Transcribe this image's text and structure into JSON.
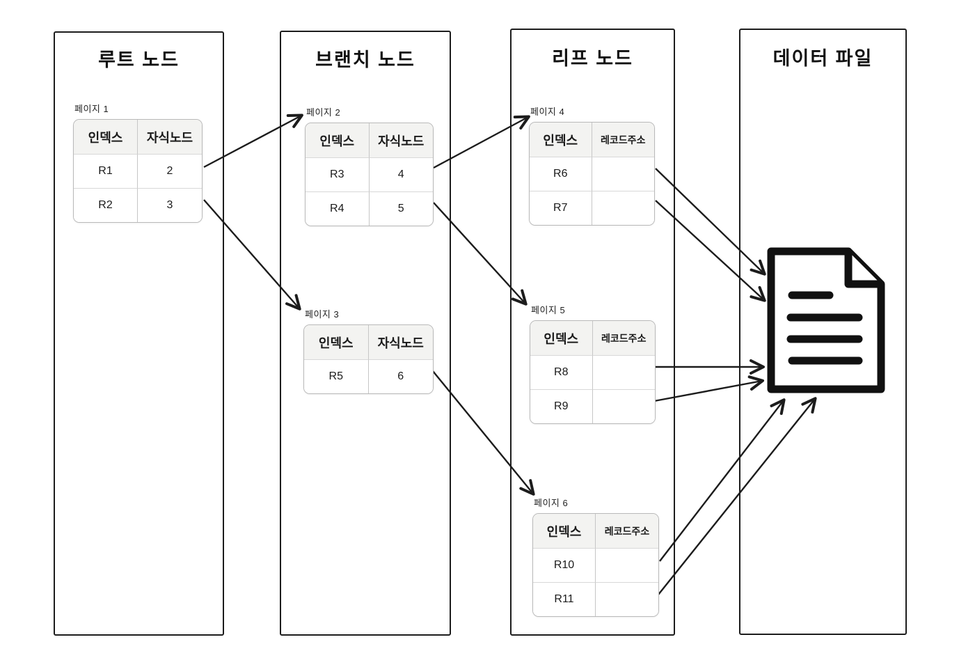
{
  "panels": [
    {
      "title": "루트 노드"
    },
    {
      "title": "브랜치 노드"
    },
    {
      "title": "리프 노드"
    },
    {
      "title": "데이터 파일"
    }
  ],
  "pages": [
    {
      "label": "페이지 1",
      "headers": [
        "인덱스",
        "자식노드"
      ],
      "rows": [
        {
          "index": "R1",
          "value": "2"
        },
        {
          "index": "R2",
          "value": "3"
        }
      ]
    },
    {
      "label": "페이지 2",
      "headers": [
        "인덱스",
        "자식노드"
      ],
      "rows": [
        {
          "index": "R3",
          "value": "4"
        },
        {
          "index": "R4",
          "value": "5"
        }
      ]
    },
    {
      "label": "페이지 3",
      "headers": [
        "인덱스",
        "자식노드"
      ],
      "rows": [
        {
          "index": "R5",
          "value": "6"
        }
      ]
    },
    {
      "label": "페이지 4",
      "headers": [
        "인덱스",
        "레코드주소"
      ],
      "rows": [
        {
          "index": "R6",
          "value": ""
        },
        {
          "index": "R7",
          "value": ""
        }
      ]
    },
    {
      "label": "페이지 5",
      "headers": [
        "인덱스",
        "레코드주소"
      ],
      "rows": [
        {
          "index": "R8",
          "value": ""
        },
        {
          "index": "R9",
          "value": ""
        }
      ]
    },
    {
      "label": "페이지 6",
      "headers": [
        "인덱스",
        "레코드주소"
      ],
      "rows": [
        {
          "index": "R10",
          "value": ""
        },
        {
          "index": "R11",
          "value": ""
        }
      ]
    }
  ],
  "connections": [
    {
      "from": "R1",
      "to": "페이지 2"
    },
    {
      "from": "R2",
      "to": "페이지 3"
    },
    {
      "from": "R3",
      "to": "페이지 4"
    },
    {
      "from": "R4",
      "to": "페이지 5"
    },
    {
      "from": "R5",
      "to": "페이지 6"
    },
    {
      "from": "R6",
      "to": "데이터 파일"
    },
    {
      "from": "R7",
      "to": "데이터 파일"
    },
    {
      "from": "R8",
      "to": "데이터 파일"
    },
    {
      "from": "R9",
      "to": "데이터 파일"
    },
    {
      "from": "R10",
      "to": "데이터 파일"
    },
    {
      "from": "R11",
      "to": "데이터 파일"
    }
  ],
  "icons": {
    "data_file": "document-icon"
  },
  "colors": {
    "line": "#1c1c1c",
    "table_header_bg": "#f3f3f1",
    "table_border": "#b9b9b9",
    "text": "#1a1a1a",
    "background": "#ffffff"
  }
}
